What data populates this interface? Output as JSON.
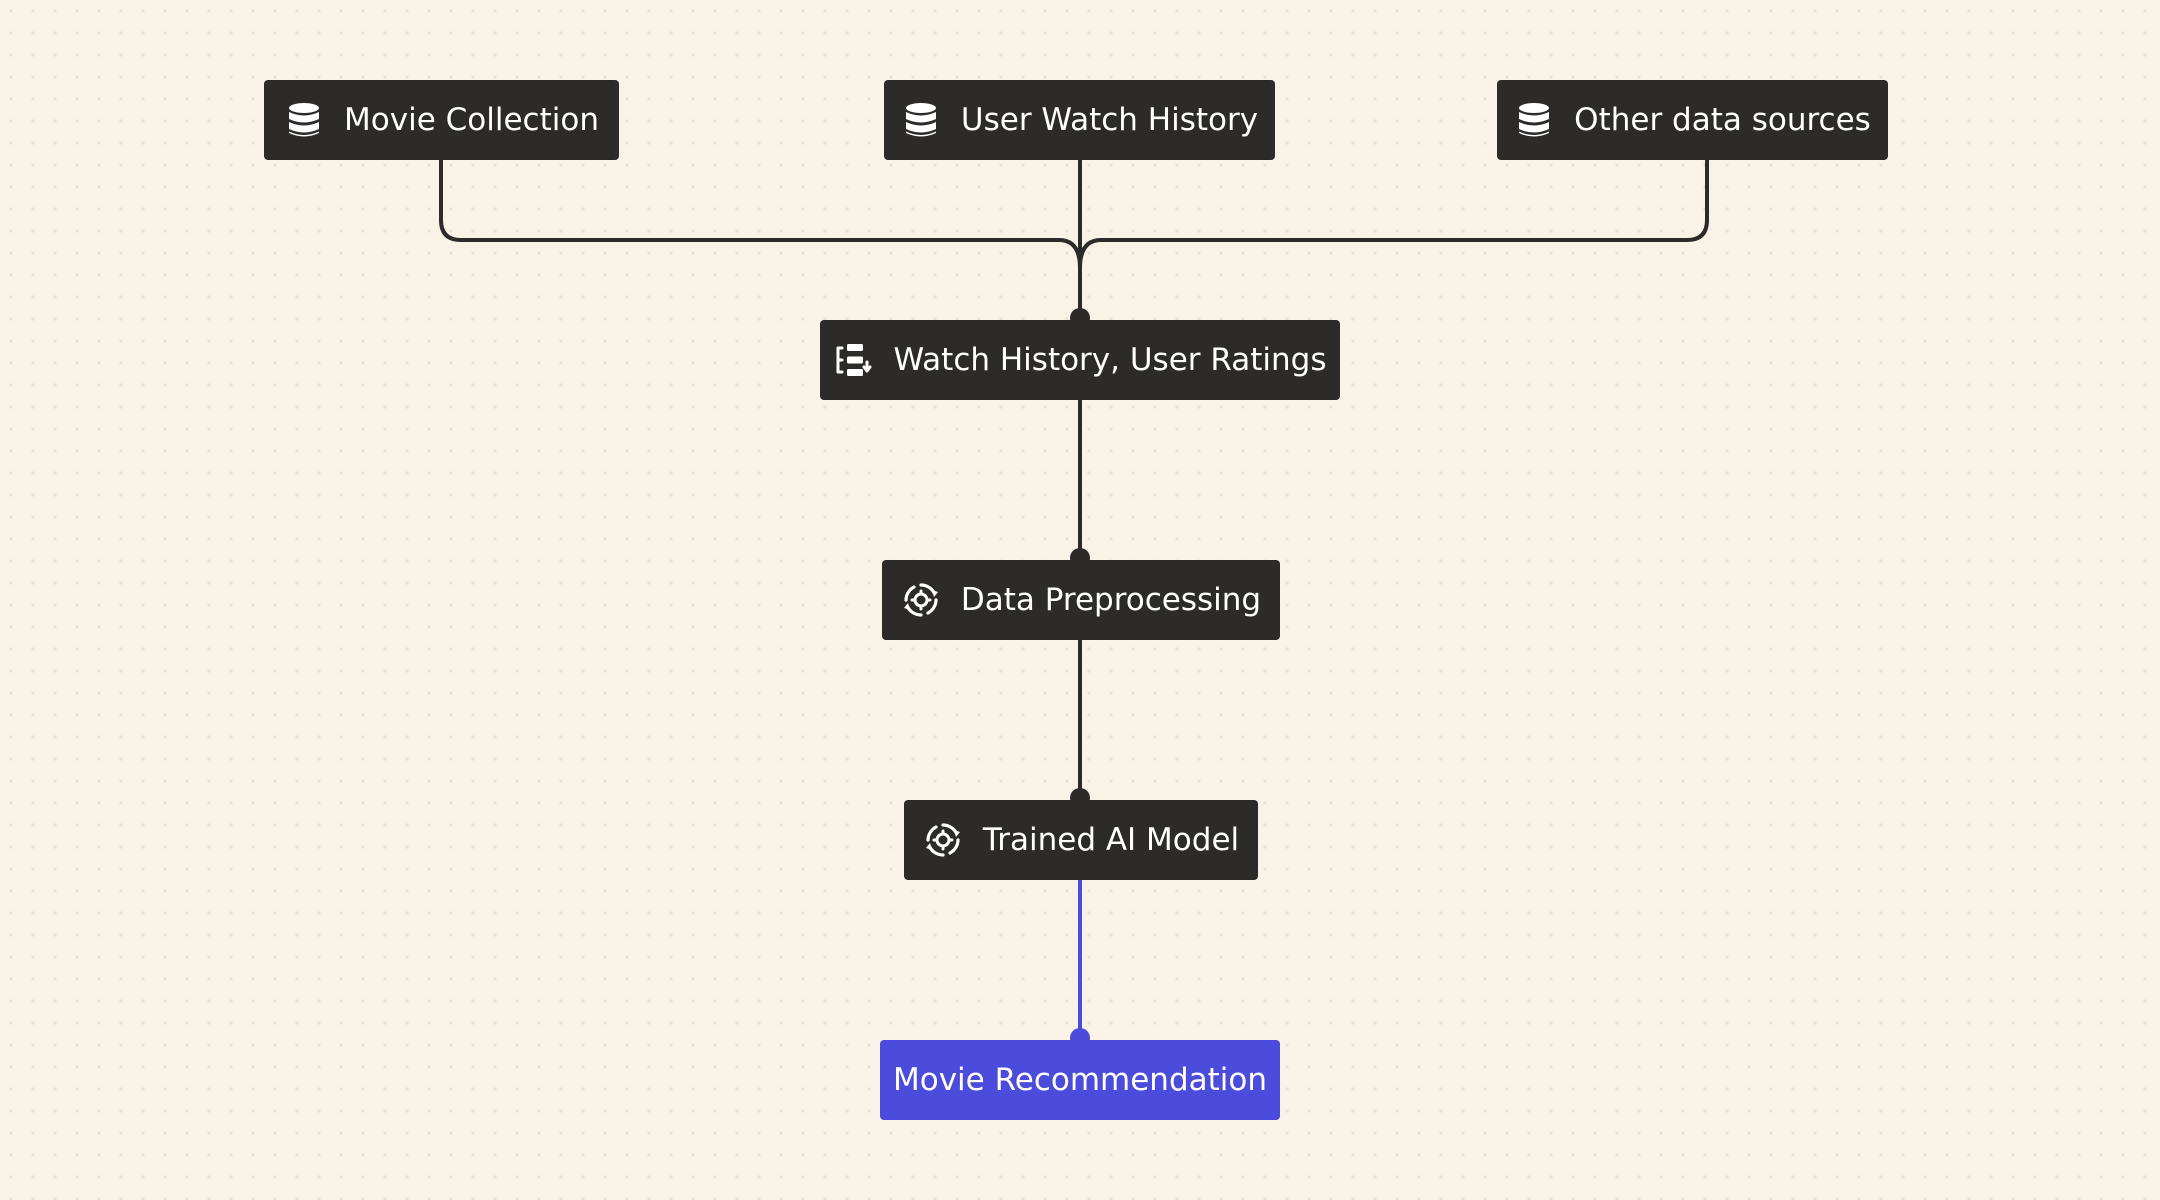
{
  "diagram": {
    "nodes": [
      {
        "id": "movie-collection",
        "label": "Movie Collection",
        "icon": "database-icon"
      },
      {
        "id": "user-watch-history",
        "label": "User Watch History",
        "icon": "database-icon"
      },
      {
        "id": "other-data-sources",
        "label": "Other data sources",
        "icon": "database-icon"
      },
      {
        "id": "watch-history-user-ratings",
        "label": "Watch History, User Ratings",
        "icon": "list-transfer-icon"
      },
      {
        "id": "data-preprocessing",
        "label": "Data Preprocessing",
        "icon": "gear-cycle-icon"
      },
      {
        "id": "trained-ai-model",
        "label": "Trained AI Model",
        "icon": "gear-cycle-icon"
      },
      {
        "id": "movie-recommendation",
        "label": "Movie Recommendation",
        "icon": ""
      }
    ],
    "edges": [
      {
        "from": "movie-collection",
        "to": "watch-history-user-ratings"
      },
      {
        "from": "user-watch-history",
        "to": "watch-history-user-ratings"
      },
      {
        "from": "other-data-sources",
        "to": "watch-history-user-ratings"
      },
      {
        "from": "watch-history-user-ratings",
        "to": "data-preprocessing"
      },
      {
        "from": "data-preprocessing",
        "to": "trained-ai-model"
      },
      {
        "from": "trained-ai-model",
        "to": "movie-recommendation",
        "highlight": true
      }
    ],
    "colors": {
      "background": "#f9f2e7",
      "node": "#2c2b29",
      "accent": "#4b4bdc",
      "edge": "#2c2b29",
      "edge_highlight": "#4b4bdc",
      "text": "#ffffff"
    }
  }
}
